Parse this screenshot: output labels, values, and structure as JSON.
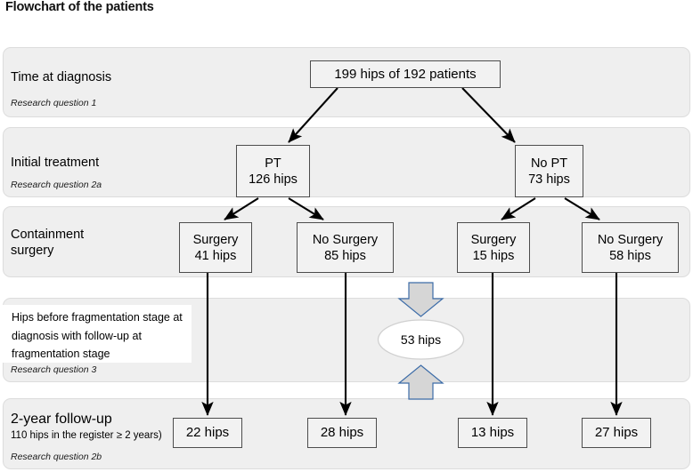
{
  "title": "Flowchart of the patients",
  "bands": [
    {
      "id": "time-at-diagnosis",
      "label": "Time at diagnosis",
      "sub": "Research question 1"
    },
    {
      "id": "initial-treatment",
      "label": "Initial treatment",
      "sub": "Research question 2a"
    },
    {
      "id": "containment-surgery",
      "label": "Containment\nsurgery",
      "sub": ""
    },
    {
      "id": "fragmentation-stage",
      "label": "",
      "note": "Hips before fragmentation stage at diagnosis with follow-up at fragmentation stage",
      "sub": "Research question 3"
    },
    {
      "id": "two-year-follow-up",
      "label": "2-year follow-up",
      "sub2": "110 hips in the register ≥ 2 years)",
      "sub": "Research question 2b"
    }
  ],
  "nodes": {
    "root": {
      "line1": "199 hips of 192 patients",
      "line2": ""
    },
    "pt": {
      "line1": "PT",
      "line2": "126 hips"
    },
    "no_pt": {
      "line1": "No PT",
      "line2": "73 hips"
    },
    "surgery_pt": {
      "line1": "Surgery",
      "line2": "41 hips"
    },
    "no_surgery_pt": {
      "line1": "No Surgery",
      "line2": "85 hips"
    },
    "surgery_nopt": {
      "line1": "Surgery",
      "line2": "15 hips"
    },
    "no_surgery_nopt": {
      "line1": "No Surgery",
      "line2": "58 hips"
    },
    "followup_1": {
      "line1": "22 hips",
      "line2": ""
    },
    "followup_2": {
      "line1": "28 hips",
      "line2": ""
    },
    "followup_3": {
      "line1": "13 hips",
      "line2": ""
    },
    "followup_4": {
      "line1": "27 hips",
      "line2": ""
    },
    "fragmentation_total": {
      "line1": "53 hips",
      "line2": ""
    }
  },
  "colors": {
    "band_fill": "#efefef",
    "band_border": "#dcdcdc",
    "node_fill": "#f2f2f2",
    "node_border": "#4d4d4d",
    "arrow": "#000000",
    "block_arrow_fill": "#d6d6d6",
    "block_arrow_border": "#3c6ca8",
    "ellipse_border": "#d0d0d0"
  },
  "chart_data": {
    "type": "diagram",
    "title": "Flowchart of the patients",
    "levels": [
      {
        "name": "Time at diagnosis",
        "nodes": [
          {
            "label": "199 hips of 192 patients",
            "hips": 199,
            "patients": 192
          }
        ]
      },
      {
        "name": "Initial treatment",
        "nodes": [
          {
            "label": "PT",
            "hips": 126
          },
          {
            "label": "No PT",
            "hips": 73
          }
        ]
      },
      {
        "name": "Containment surgery",
        "nodes": [
          {
            "label": "Surgery",
            "hips": 41
          },
          {
            "label": "No Surgery",
            "hips": 85
          },
          {
            "label": "Surgery",
            "hips": 15
          },
          {
            "label": "No Surgery",
            "hips": 58
          }
        ]
      },
      {
        "name": "Hips before fragmentation stage",
        "nodes": [
          {
            "label": "53 hips",
            "hips": 53
          }
        ]
      },
      {
        "name": "2-year follow-up",
        "nodes": [
          {
            "label": "22 hips",
            "hips": 22
          },
          {
            "label": "28 hips",
            "hips": 28
          },
          {
            "label": "13 hips",
            "hips": 13
          },
          {
            "label": "27 hips",
            "hips": 27
          }
        ]
      }
    ],
    "edges": [
      [
        "199 hips of 192 patients",
        "PT"
      ],
      [
        "199 hips of 192 patients",
        "No PT"
      ],
      [
        "PT",
        "Surgery 41"
      ],
      [
        "PT",
        "No Surgery 85"
      ],
      [
        "No PT",
        "Surgery 15"
      ],
      [
        "No PT",
        "No Surgery 58"
      ],
      [
        "Surgery 41",
        "22 hips"
      ],
      [
        "No Surgery 85",
        "28 hips"
      ],
      [
        "Surgery 15",
        "13 hips"
      ],
      [
        "No Surgery 58",
        "27 hips"
      ]
    ]
  }
}
